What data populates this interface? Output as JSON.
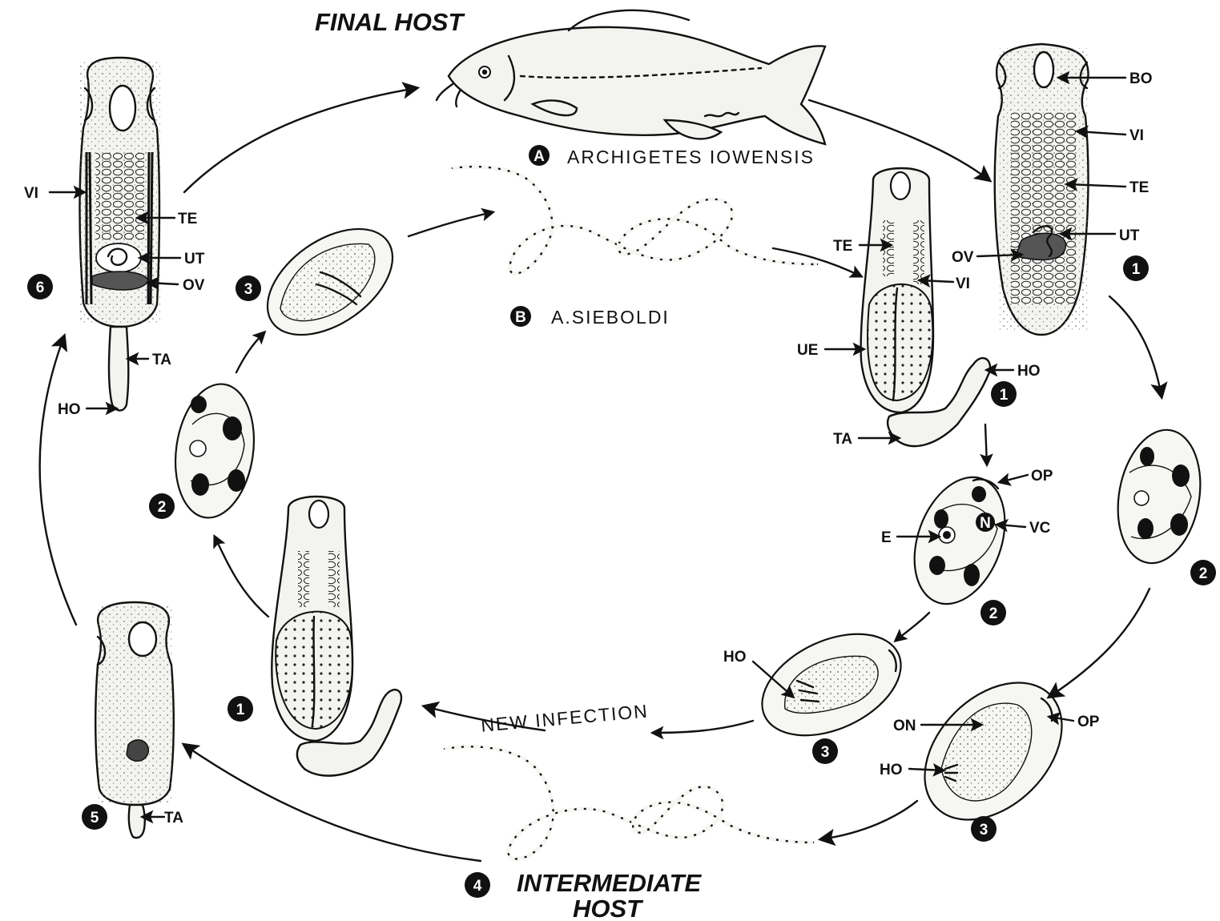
{
  "headings": {
    "final_host": "FINAL HOST",
    "intermediate_host_line1": "INTERMEDIATE",
    "intermediate_host_line2": "HOST",
    "new_infection": "NEW INFECTION"
  },
  "species": {
    "a_badge": "A",
    "a_name": "ARCHIGETES IOWENSIS",
    "b_badge": "B",
    "b_name": "A.SIEBOLDI"
  },
  "stage_numbers": {
    "one": "1",
    "two": "2",
    "three": "3",
    "four": "4",
    "five": "5",
    "six": "6"
  },
  "labels": {
    "bo": "BO",
    "vi": "VI",
    "te": "TE",
    "ut": "UT",
    "ov": "OV",
    "ue": "UE",
    "ho": "HO",
    "ta": "TA",
    "op": "OP",
    "vc": "VC",
    "e": "E",
    "n": "N",
    "on": "ON"
  },
  "colors": {
    "ink": "#111111",
    "fill": "#f3f3f0",
    "background": "#ffffff"
  }
}
